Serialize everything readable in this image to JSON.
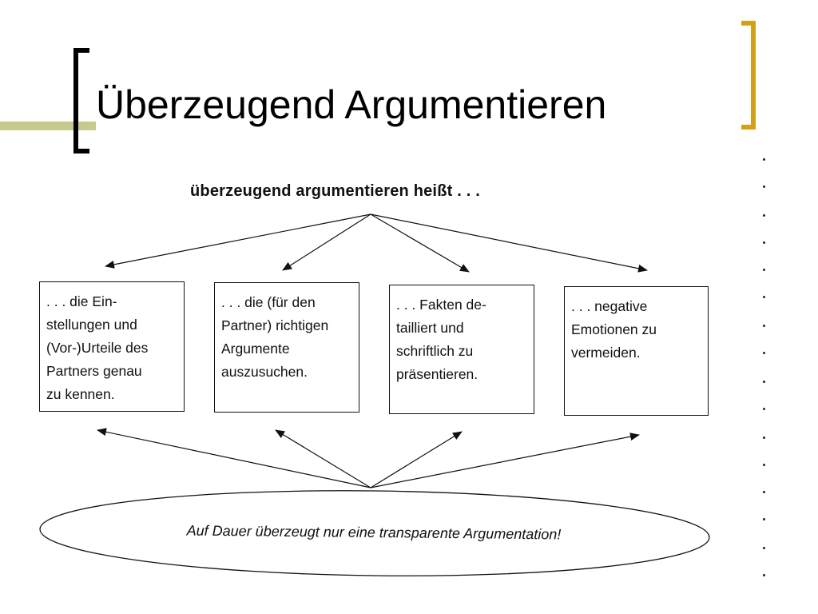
{
  "slide": {
    "title": "Überzeugend Argumentieren"
  },
  "diagram": {
    "heading": "überzeugend argumentieren heißt . . .",
    "boxes": [
      {
        "text": ". . . die Ein-\nstellungen und\n(Vor-)Urteile des\nPartners genau\nzu kennen."
      },
      {
        "text": ". . . die (für den\nPartner) richtigen\nArgumente\nauszusuchen."
      },
      {
        "text": ". . . Fakten de-\ntailliert und\nschriftlich zu\npräsentieren."
      },
      {
        "text": ". . . negative\nEmotionen zu\nvermeiden."
      }
    ],
    "conclusion": "Auf Dauer überzeugt nur eine transparente Argumentation!"
  },
  "colors": {
    "accent_line": "#c8c98f",
    "bracket_left": "#000000",
    "bracket_right": "#d4a017"
  }
}
